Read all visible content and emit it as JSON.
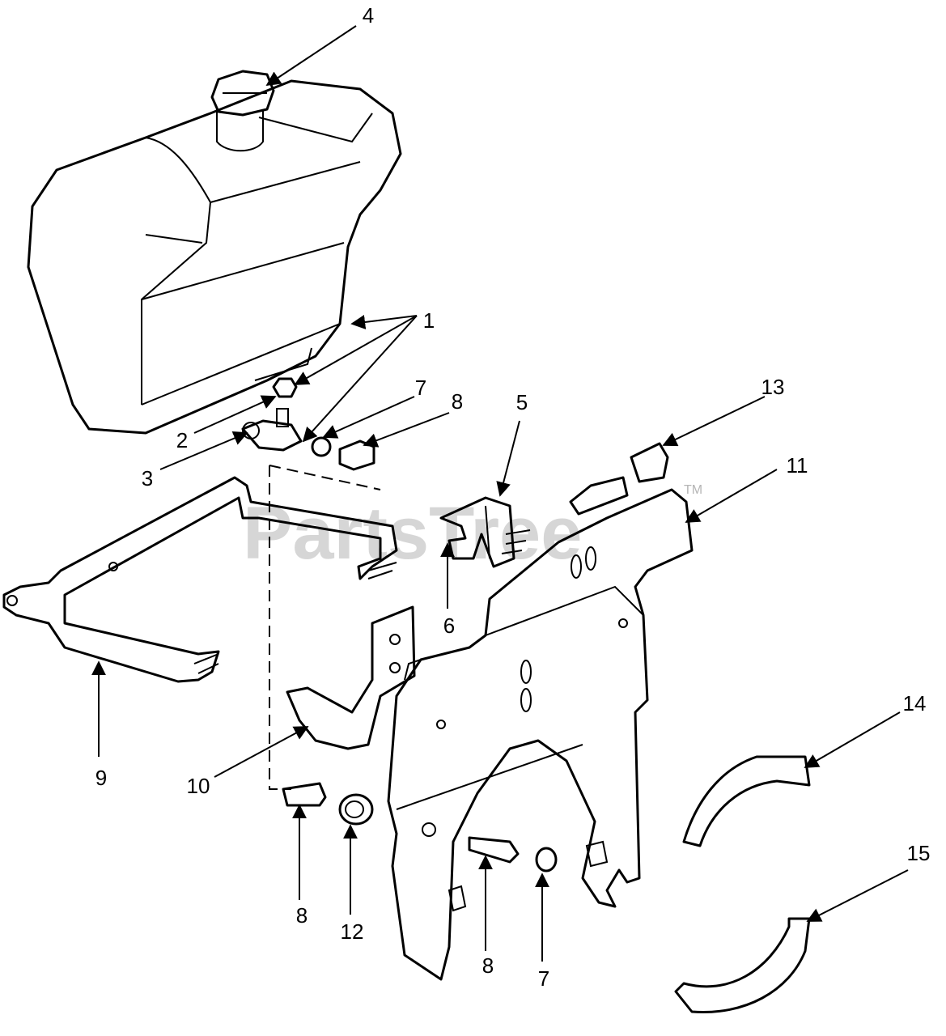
{
  "watermark": {
    "text": "PartsTree",
    "trademark": "TM"
  },
  "callouts": [
    {
      "id": "c4",
      "label": "4"
    },
    {
      "id": "c1",
      "label": "1"
    },
    {
      "id": "c7a",
      "label": "7"
    },
    {
      "id": "c8a",
      "label": "8"
    },
    {
      "id": "c2",
      "label": "2"
    },
    {
      "id": "c3",
      "label": "3"
    },
    {
      "id": "c5",
      "label": "5"
    },
    {
      "id": "c13",
      "label": "13"
    },
    {
      "id": "c11",
      "label": "11"
    },
    {
      "id": "c6",
      "label": "6"
    },
    {
      "id": "c9",
      "label": "9"
    },
    {
      "id": "c10",
      "label": "10"
    },
    {
      "id": "c14",
      "label": "14"
    },
    {
      "id": "c8b",
      "label": "8"
    },
    {
      "id": "c12",
      "label": "12"
    },
    {
      "id": "c8c",
      "label": "8"
    },
    {
      "id": "c7b",
      "label": "7"
    },
    {
      "id": "c15",
      "label": "15"
    }
  ]
}
